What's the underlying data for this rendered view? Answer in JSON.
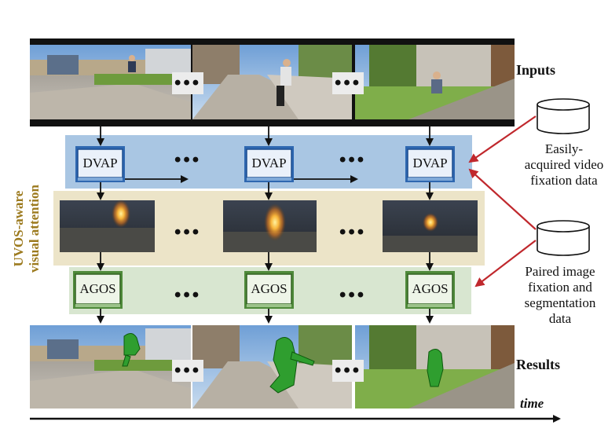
{
  "rows": {
    "inputs_label": "Inputs",
    "results_label": "Results"
  },
  "side_label": {
    "line1": "UVOS-aware",
    "line2": "visual attention"
  },
  "modules": {
    "dvap": "DVAP",
    "agos": "AGOS"
  },
  "data_sources": {
    "video": {
      "line1": "Easily-",
      "line2": "acquired video",
      "line3": "fixation data"
    },
    "image": {
      "line1": "Paired image",
      "line2": "fixation and",
      "line3": "segmentation data"
    }
  },
  "ellipsis": "•••",
  "time_label": "time",
  "colors": {
    "dvap_band": "#a9c6e3",
    "dvap_box": "#2e67b0",
    "attention_band": "#ece4c8",
    "agos_band": "#d8e6d0",
    "agos_box": "#4f8a3a",
    "source_arrow": "#c0282d",
    "side_label": "#9c7a1e"
  }
}
